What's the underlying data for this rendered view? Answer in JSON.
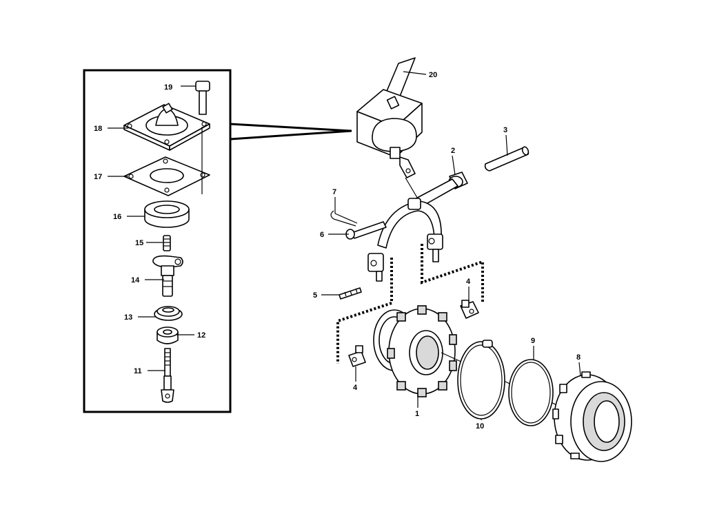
{
  "labels": {
    "p1": "1",
    "p2": "2",
    "p3": "3",
    "p4a": "4",
    "p4b": "4",
    "p5": "5",
    "p6": "6",
    "p7": "7",
    "p8": "8",
    "p9": "9",
    "p10": "10",
    "p11": "11",
    "p12": "12",
    "p13": "13",
    "p14": "14",
    "p15": "15",
    "p16": "16",
    "p17": "17",
    "p18": "18",
    "p19": "19",
    "p20": "20"
  }
}
